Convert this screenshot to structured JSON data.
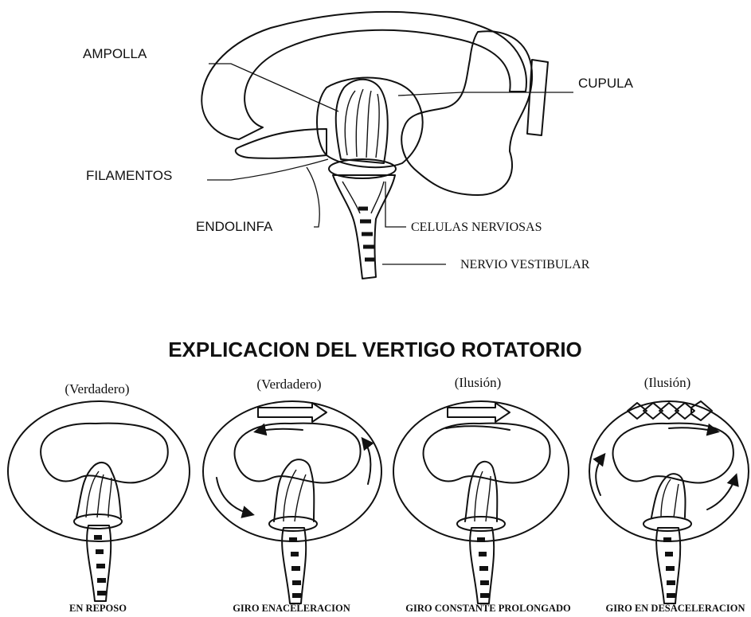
{
  "top_labels": {
    "ampolla": "AMPOLLA",
    "cupula": "CUPULA",
    "filamentos": "FILAMENTOS",
    "endolinfa": "ENDOLINFA",
    "celulas": "CELULAS NERVIOSAS",
    "nervio": "NERVIO VESTIBULAR"
  },
  "title": "EXPLICACION DEL VERTIGO ROTATORIO",
  "panels": [
    {
      "state": "(Verdadero)",
      "caption": "EN REPOSO"
    },
    {
      "state": "(Verdadero)",
      "caption": "GIRO ENACELERACION"
    },
    {
      "state": "(Ilusión)",
      "caption": "GIRO CONSTANTE PROLONGADO"
    },
    {
      "state": "(Ilusión)",
      "caption": "GIRO EN DESACELERACION"
    }
  ]
}
